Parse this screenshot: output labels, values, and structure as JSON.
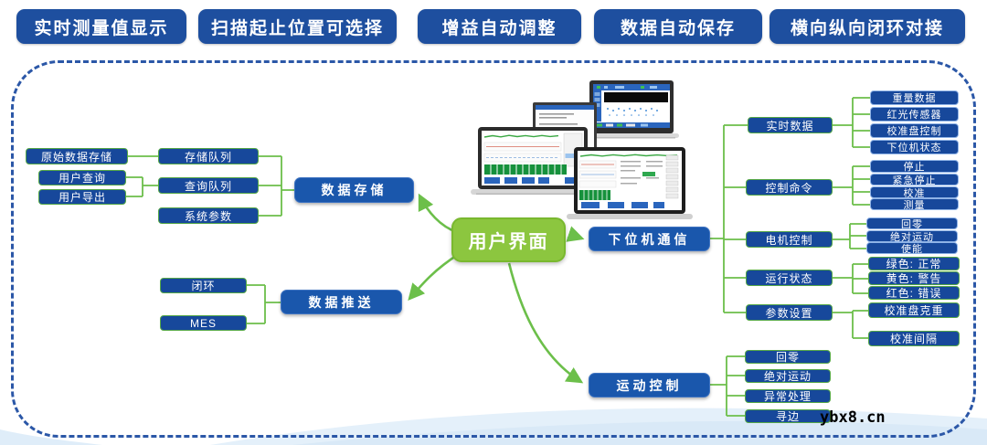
{
  "banner": {
    "items": [
      {
        "label": "实时测量值显示"
      },
      {
        "label": "扫描起止位置可选择"
      },
      {
        "label": "增益自动调整"
      },
      {
        "label": "数据自动保存"
      },
      {
        "label": "横向纵向闭环对接"
      }
    ]
  },
  "mindmap": {
    "center": {
      "label": "用户界面"
    },
    "main_nodes": {
      "data_storage": "数据存储",
      "data_push": "数据推送",
      "lower_comm": "下位机通信",
      "motion_control": "运动控制"
    },
    "data_storage_children": {
      "storage_queue": "存储队列",
      "query_queue": "查询队列",
      "system_params": "系统参数",
      "raw_data_storage": "原始数据存储",
      "user_query": "用户查询",
      "user_export": "用户导出"
    },
    "data_push_children": {
      "closed_loop": "闭环",
      "mes": "MES"
    },
    "lower_comm_children": {
      "realtime_data": "实时数据",
      "control_command": "控制命令",
      "motor_control": "电机控制",
      "running_status": "运行状态",
      "param_setting": "参数设置"
    },
    "realtime_data_children": {
      "weight_data": "重量数据",
      "red_light_sensor": "红光传感器",
      "calib_disk_control": "校准盘控制",
      "lower_machine_status": "下位机状态"
    },
    "control_command_children": {
      "stop": "停止",
      "emergency_stop": "紧急停止",
      "calibrate": "校准",
      "measure": "测量"
    },
    "motor_control_children": {
      "home": "回零",
      "absolute_motion": "绝对运动",
      "enable": "使能"
    },
    "running_status_children": {
      "green_normal": "绿色: 正常",
      "yellow_warning": "黄色: 警告",
      "red_error": "红色: 错误"
    },
    "param_setting_children": {
      "calib_disk_weight": "校准盘克重",
      "calib_interval": "校准间隔"
    },
    "motion_control_children": {
      "home": "回零",
      "absolute_motion": "绝对运动",
      "exception_handling": "异常处理",
      "edge_finding": "寻边"
    }
  },
  "watermark": "ybx8.cn",
  "colors": {
    "banner_blue": "#1E4F9F",
    "node_blue": "#17489B",
    "main_node_blue": "#1A57AC",
    "center_green": "#8CC63F",
    "connector_green": "#6CBF4A",
    "frame_dash_blue": "#2B57A7"
  }
}
